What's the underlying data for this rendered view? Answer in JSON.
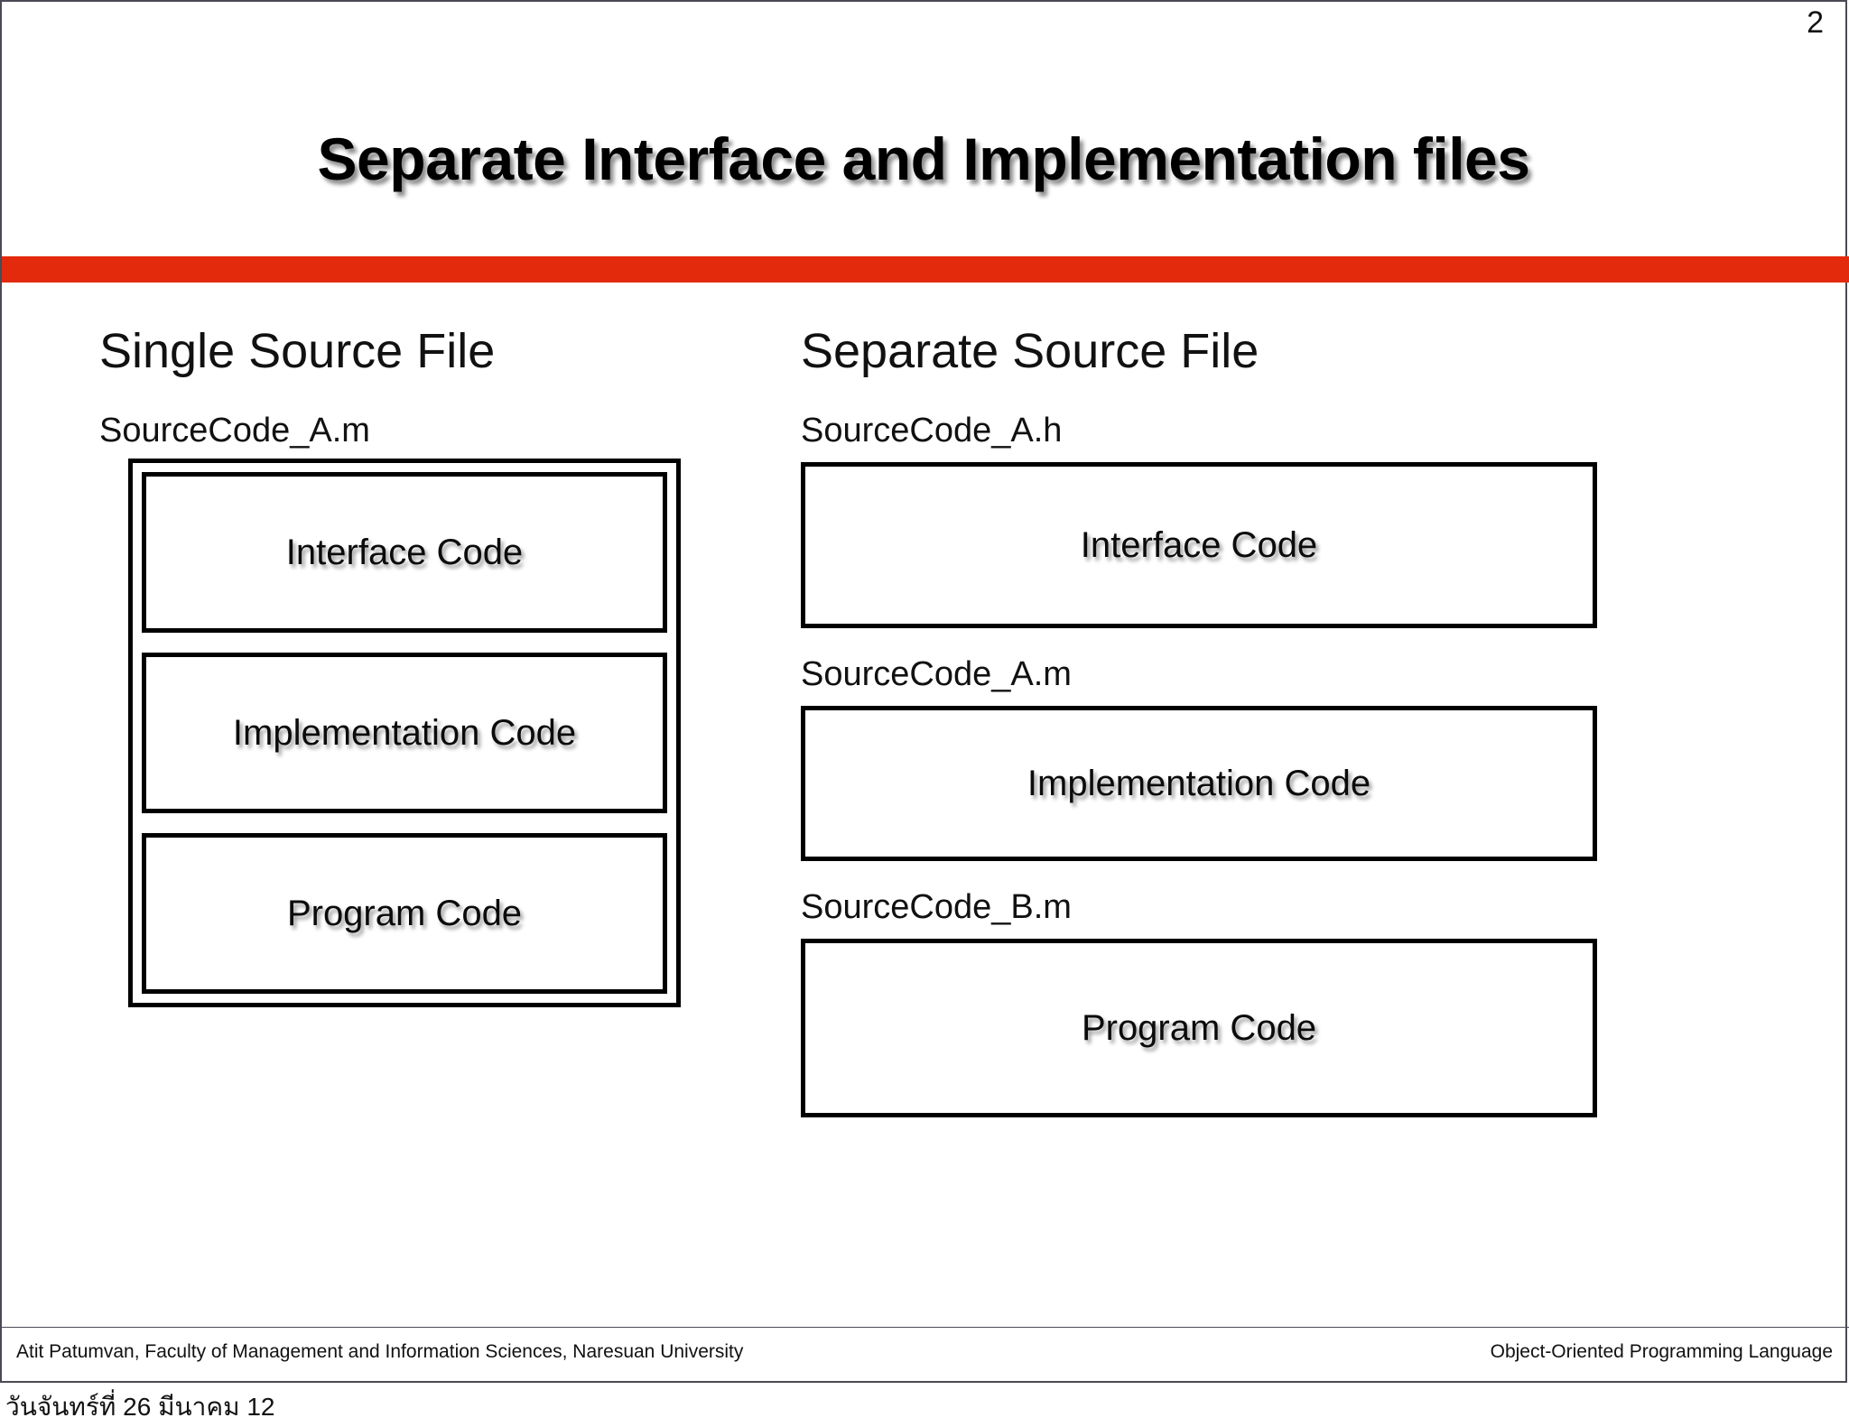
{
  "slide": {
    "page_number": "2",
    "title": "Separate Interface and Implementation files",
    "accent_color": "#E32A0C",
    "rule_color": "#4a4a55"
  },
  "columns": {
    "left": {
      "heading": "Single Source File",
      "file_label": "SourceCode_A.m",
      "boxes": [
        {
          "label": "Interface Code"
        },
        {
          "label": "Implementation Code"
        },
        {
          "label": "Program Code"
        }
      ]
    },
    "right": {
      "heading": "Separate Source File",
      "groups": [
        {
          "file_label": "SourceCode_A.h",
          "box_label": "Interface Code"
        },
        {
          "file_label": "SourceCode_A.m",
          "box_label": "Implementation Code"
        },
        {
          "file_label": "SourceCode_B.m",
          "box_label": "Program Code"
        }
      ]
    }
  },
  "footer": {
    "left": "Atit Patumvan, Faculty of Management and Information Sciences, Naresuan University",
    "right": "Object-Oriented Programming Language",
    "date": "วันจันทร์ที่ 26 มีนาคม  12"
  }
}
